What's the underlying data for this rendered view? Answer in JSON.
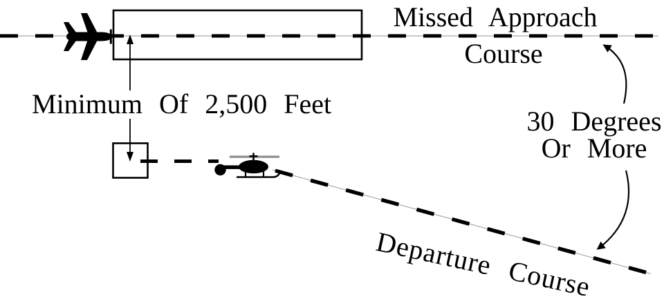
{
  "labels": {
    "missed_approach_line1": "Missed Approach",
    "missed_approach_line2": "Course",
    "minimum_distance": "Minimum Of 2,500 Feet",
    "angle_line1": "30 Degrees",
    "angle_line2": "Or More",
    "departure_course": "Departure Course"
  },
  "figure": {
    "minimum_separation_feet": "2,500",
    "divergence_angle_degrees": "30"
  },
  "icons": {
    "airplane": "airplane-icon",
    "helicopter": "helicopter-icon"
  },
  "colors": {
    "ink": "#000000",
    "thin-line": "#a9a9a9",
    "rotor-gray": "#8c8c8c",
    "background": "#ffffff"
  }
}
